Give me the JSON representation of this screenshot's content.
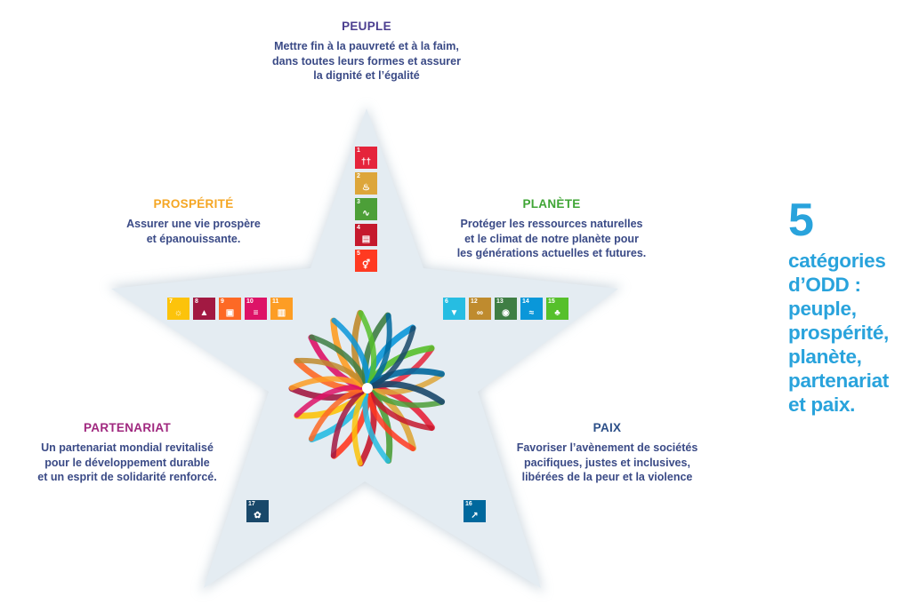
{
  "categories": {
    "peuple": {
      "title": "PEUPLE",
      "lines": [
        "Mettre fin à la pauvreté et à la faim,",
        "dans toutes leurs formes et assurer",
        "la dignité et l’égalité"
      ]
    },
    "prosperite": {
      "title": "PROSPÉRITÉ",
      "lines": [
        "Assurer une vie prospère",
        "et épanouissante."
      ]
    },
    "planete": {
      "title": "PLANÈTE",
      "lines": [
        "Protéger les ressources naturelles",
        "et le climat de notre planète pour",
        "les générations actuelles et futures."
      ]
    },
    "partenariat": {
      "title": "PARTENARIAT",
      "lines": [
        "Un partenariat mondial revitalisé",
        "pour le développement durable",
        "et un esprit de solidarité renforcé."
      ]
    },
    "paix": {
      "title": "PAIX",
      "lines": [
        "Favoriser l’avènement de sociétés",
        "pacifiques, justes et inclusives,",
        "libérées de la peur et la violence"
      ]
    }
  },
  "sdg_icons": {
    "peuple": [
      {
        "num": "1",
        "color": "#e5243b",
        "icon": "family-icon"
      },
      {
        "num": "2",
        "color": "#dda63a",
        "icon": "bowl-icon"
      },
      {
        "num": "3",
        "color": "#4c9f38",
        "icon": "heartbeat-icon"
      },
      {
        "num": "4",
        "color": "#c5192d",
        "icon": "book-icon"
      },
      {
        "num": "5",
        "color": "#ff3a21",
        "icon": "gender-icon"
      }
    ],
    "prosperite": [
      {
        "num": "7",
        "color": "#fcc30b",
        "icon": "sun-icon"
      },
      {
        "num": "8",
        "color": "#a21942",
        "icon": "growth-icon"
      },
      {
        "num": "9",
        "color": "#fd6925",
        "icon": "cubes-icon"
      },
      {
        "num": "10",
        "color": "#dd1367",
        "icon": "equal-icon"
      },
      {
        "num": "11",
        "color": "#fd9d24",
        "icon": "city-icon"
      }
    ],
    "planete": [
      {
        "num": "6",
        "color": "#26bde2",
        "icon": "water-drop-icon"
      },
      {
        "num": "12",
        "color": "#bf8b2e",
        "icon": "infinity-icon"
      },
      {
        "num": "13",
        "color": "#3f7e44",
        "icon": "eye-globe-icon"
      },
      {
        "num": "14",
        "color": "#0a97d9",
        "icon": "fish-icon"
      },
      {
        "num": "15",
        "color": "#56c02b",
        "icon": "tree-icon"
      }
    ],
    "partenariat": [
      {
        "num": "17",
        "color": "#19486a",
        "icon": "flower-icon"
      }
    ],
    "paix": [
      {
        "num": "16",
        "color": "#00689d",
        "icon": "dove-icon"
      }
    ]
  },
  "wheel_colors": [
    "#e5243b",
    "#dda63a",
    "#4c9f38",
    "#c5192d",
    "#ff3a21",
    "#26bde2",
    "#fcc30b",
    "#a21942",
    "#fd6925",
    "#dd1367",
    "#fd9d24",
    "#bf8b2e",
    "#3f7e44",
    "#0a97d9",
    "#56c02b",
    "#00689d",
    "#19486a"
  ],
  "star_fill": "#e4ecf2",
  "side_panel": {
    "number": "5",
    "lines": [
      "catégories",
      "d’ODD :",
      "peuple,",
      "prospérité,",
      "planète,",
      "partenariat",
      "et paix."
    ]
  }
}
